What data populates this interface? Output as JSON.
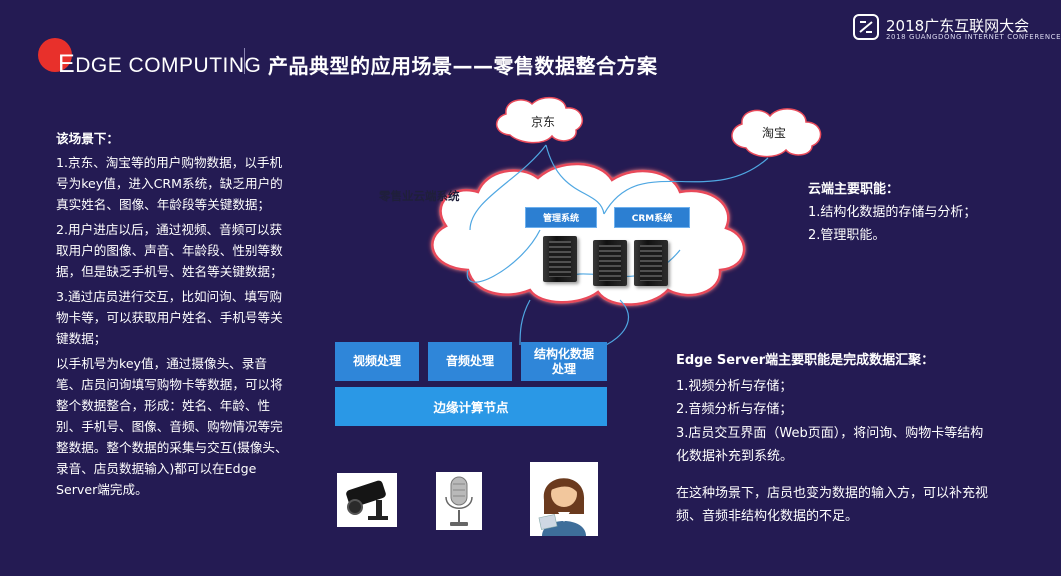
{
  "header": {
    "logo_e": "E",
    "logo_rest": "DGE COMPUTING",
    "title": "产品典型的应用场景——零售数据整合方案",
    "conference_name": "2018广东互联网大会",
    "conference_sub": "2018 GUANGDONG INTERNET CONFERENCE"
  },
  "left": {
    "heading": "该场景下：",
    "p1": "1.京东、淘宝等的用户购物数据，以手机号为key值，进入CRM系统，缺乏用户的真实姓名、图像、年龄段等关键数据；",
    "p2": "2.用户进店以后，通过视频、音频可以获取用户的图像、声音、年龄段、性别等数据，但是缺乏手机号、姓名等关键数据；",
    "p3": "3.通过店员进行交互，比如问询、填写购物卡等，可以获取用户姓名、手机号等关键数据；",
    "p4": "以手机号为key值，通过摄像头、录音笔、店员问询填写购物卡等数据，可以将整个数据整合，形成：姓名、年龄、性别、手机号、图像、音频、购物情况等完整数据。整个数据的采集与交互(摄像头、录音、店员数据输入)都可以在Edge Server端完成。"
  },
  "diagram": {
    "jd": "京东",
    "taobao": "淘宝",
    "cloud_label": "零售业云端系统",
    "mgmt_system": "管理系统",
    "crm_system": "CRM系统",
    "video": "视频处理",
    "audio": "音频处理",
    "structured": "结构化数据处理",
    "edge_node": "边缘计算节点"
  },
  "cloud_duty": {
    "heading": "云端主要职能：",
    "item1": "1.结构化数据的存储与分析；",
    "item2": "2.管理职能。"
  },
  "edge_duty": {
    "heading": "Edge Server端主要职能是完成数据汇聚：",
    "item1": "1.视频分析与存储；",
    "item2": "2.音频分析与存储；",
    "item3": "3.店员交互界面（Web页面），将问询、购物卡等结构化数据补充到系统。",
    "note": "在这种场景下，店员也变为数据的输入方，可以补充视频、音频非结构化数据的不足。"
  },
  "colors": {
    "background": "#241b53",
    "accent_red": "#e8302b",
    "accent_blue": "#2a98e6"
  }
}
